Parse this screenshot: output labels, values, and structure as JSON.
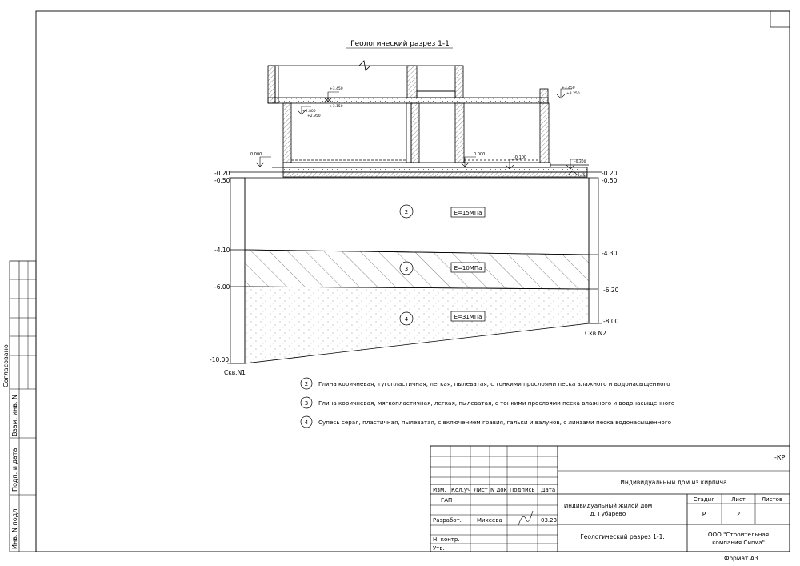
{
  "title": "Геологический разрез 1-1",
  "section": {
    "left_marks": [
      "-0.20",
      "-0.50",
      "-4.10",
      "-6.00",
      "-10.00"
    ],
    "right_marks": [
      "-0.20",
      "-0.50",
      "-4.30",
      "-6.20",
      "-8.00"
    ],
    "boreholes": {
      "left": "Скв.N1",
      "right": "Скв.N2"
    },
    "layers": [
      {
        "num": "2",
        "modulus": "E=15МПа"
      },
      {
        "num": "3",
        "modulus": "E=10МПа"
      },
      {
        "num": "4",
        "modulus": "E=31МПа"
      }
    ],
    "building_levels": {
      "floor_left": "0.000",
      "floor_mid": "0.000",
      "floor_step": "-0.100",
      "ground_right_top": "-0.300",
      "ground_right_bot": "-0.450",
      "upper_left": "+3.450",
      "upper_left2": "+3.150",
      "upper_right": "+3.450",
      "upper_right2": "+3.250",
      "mid_a": "+2.800",
      "mid_b": "+2.950"
    }
  },
  "legend": [
    {
      "num": "2",
      "text": "Глина коричневая, тугопластичная, легкая, пылеватая, с тонкими прослоями песка влажного и водонасыщенного"
    },
    {
      "num": "3",
      "text": "Глина коричневая, мягкопластичная, легкая, пылеватая, с тонкими прослоями песка влажного и водонасыщенного"
    },
    {
      "num": "4",
      "text": "Супесь серая, пластичная, пылеватая, с включением гравия, гальки и валунов, с линзами песка водонасыщенного"
    }
  ],
  "side_stamp": {
    "agreed": "Согласовано",
    "vzam": "Взам. инв. N",
    "podp": "Подп. и дата",
    "inv": "Инв. N подл."
  },
  "title_block": {
    "code": "-КР",
    "project": "Индивидуальный дом из кирпича",
    "headers": [
      "Изм.",
      "Кол.уч",
      "Лист",
      "N док",
      "Подпись",
      "Дата"
    ],
    "object_line1": "Индивидуальный жилой дом",
    "object_line2": "д. Губарево",
    "stage_label": "Стадия",
    "sheet_label": "Лист",
    "sheets_label": "Листов",
    "stage": "Р",
    "sheet": "2",
    "roles": [
      "ГАП",
      "Разработ.",
      "",
      "Н. контр.",
      "Утв."
    ],
    "developer_name": "Михеева",
    "date": "03.23",
    "sheet_name": "Геологический разрез 1-1.",
    "company_line1": "ООО \"Строительная",
    "company_line2": "компания Сигма\"",
    "format": "Формат А3"
  }
}
